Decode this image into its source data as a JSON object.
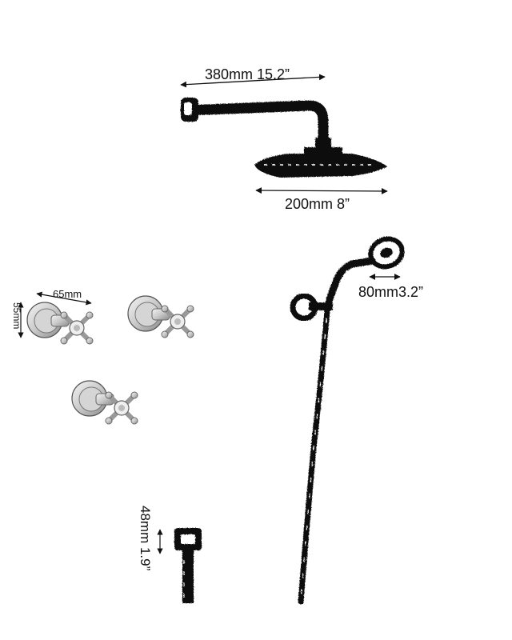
{
  "dimensions": {
    "arm_length": "380mm 15.2”",
    "head_diameter": "200mm 8”",
    "hand_shower_head": "80mm3.2”",
    "valve_width": "65mm",
    "valve_height": "55mm",
    "elbow_outlet": "48mm 1.9”"
  },
  "colors": {
    "ink": "#111111",
    "chrome_light": "#e6e6e6",
    "chrome_mid": "#b8b8b8",
    "chrome_dark": "#555555"
  }
}
